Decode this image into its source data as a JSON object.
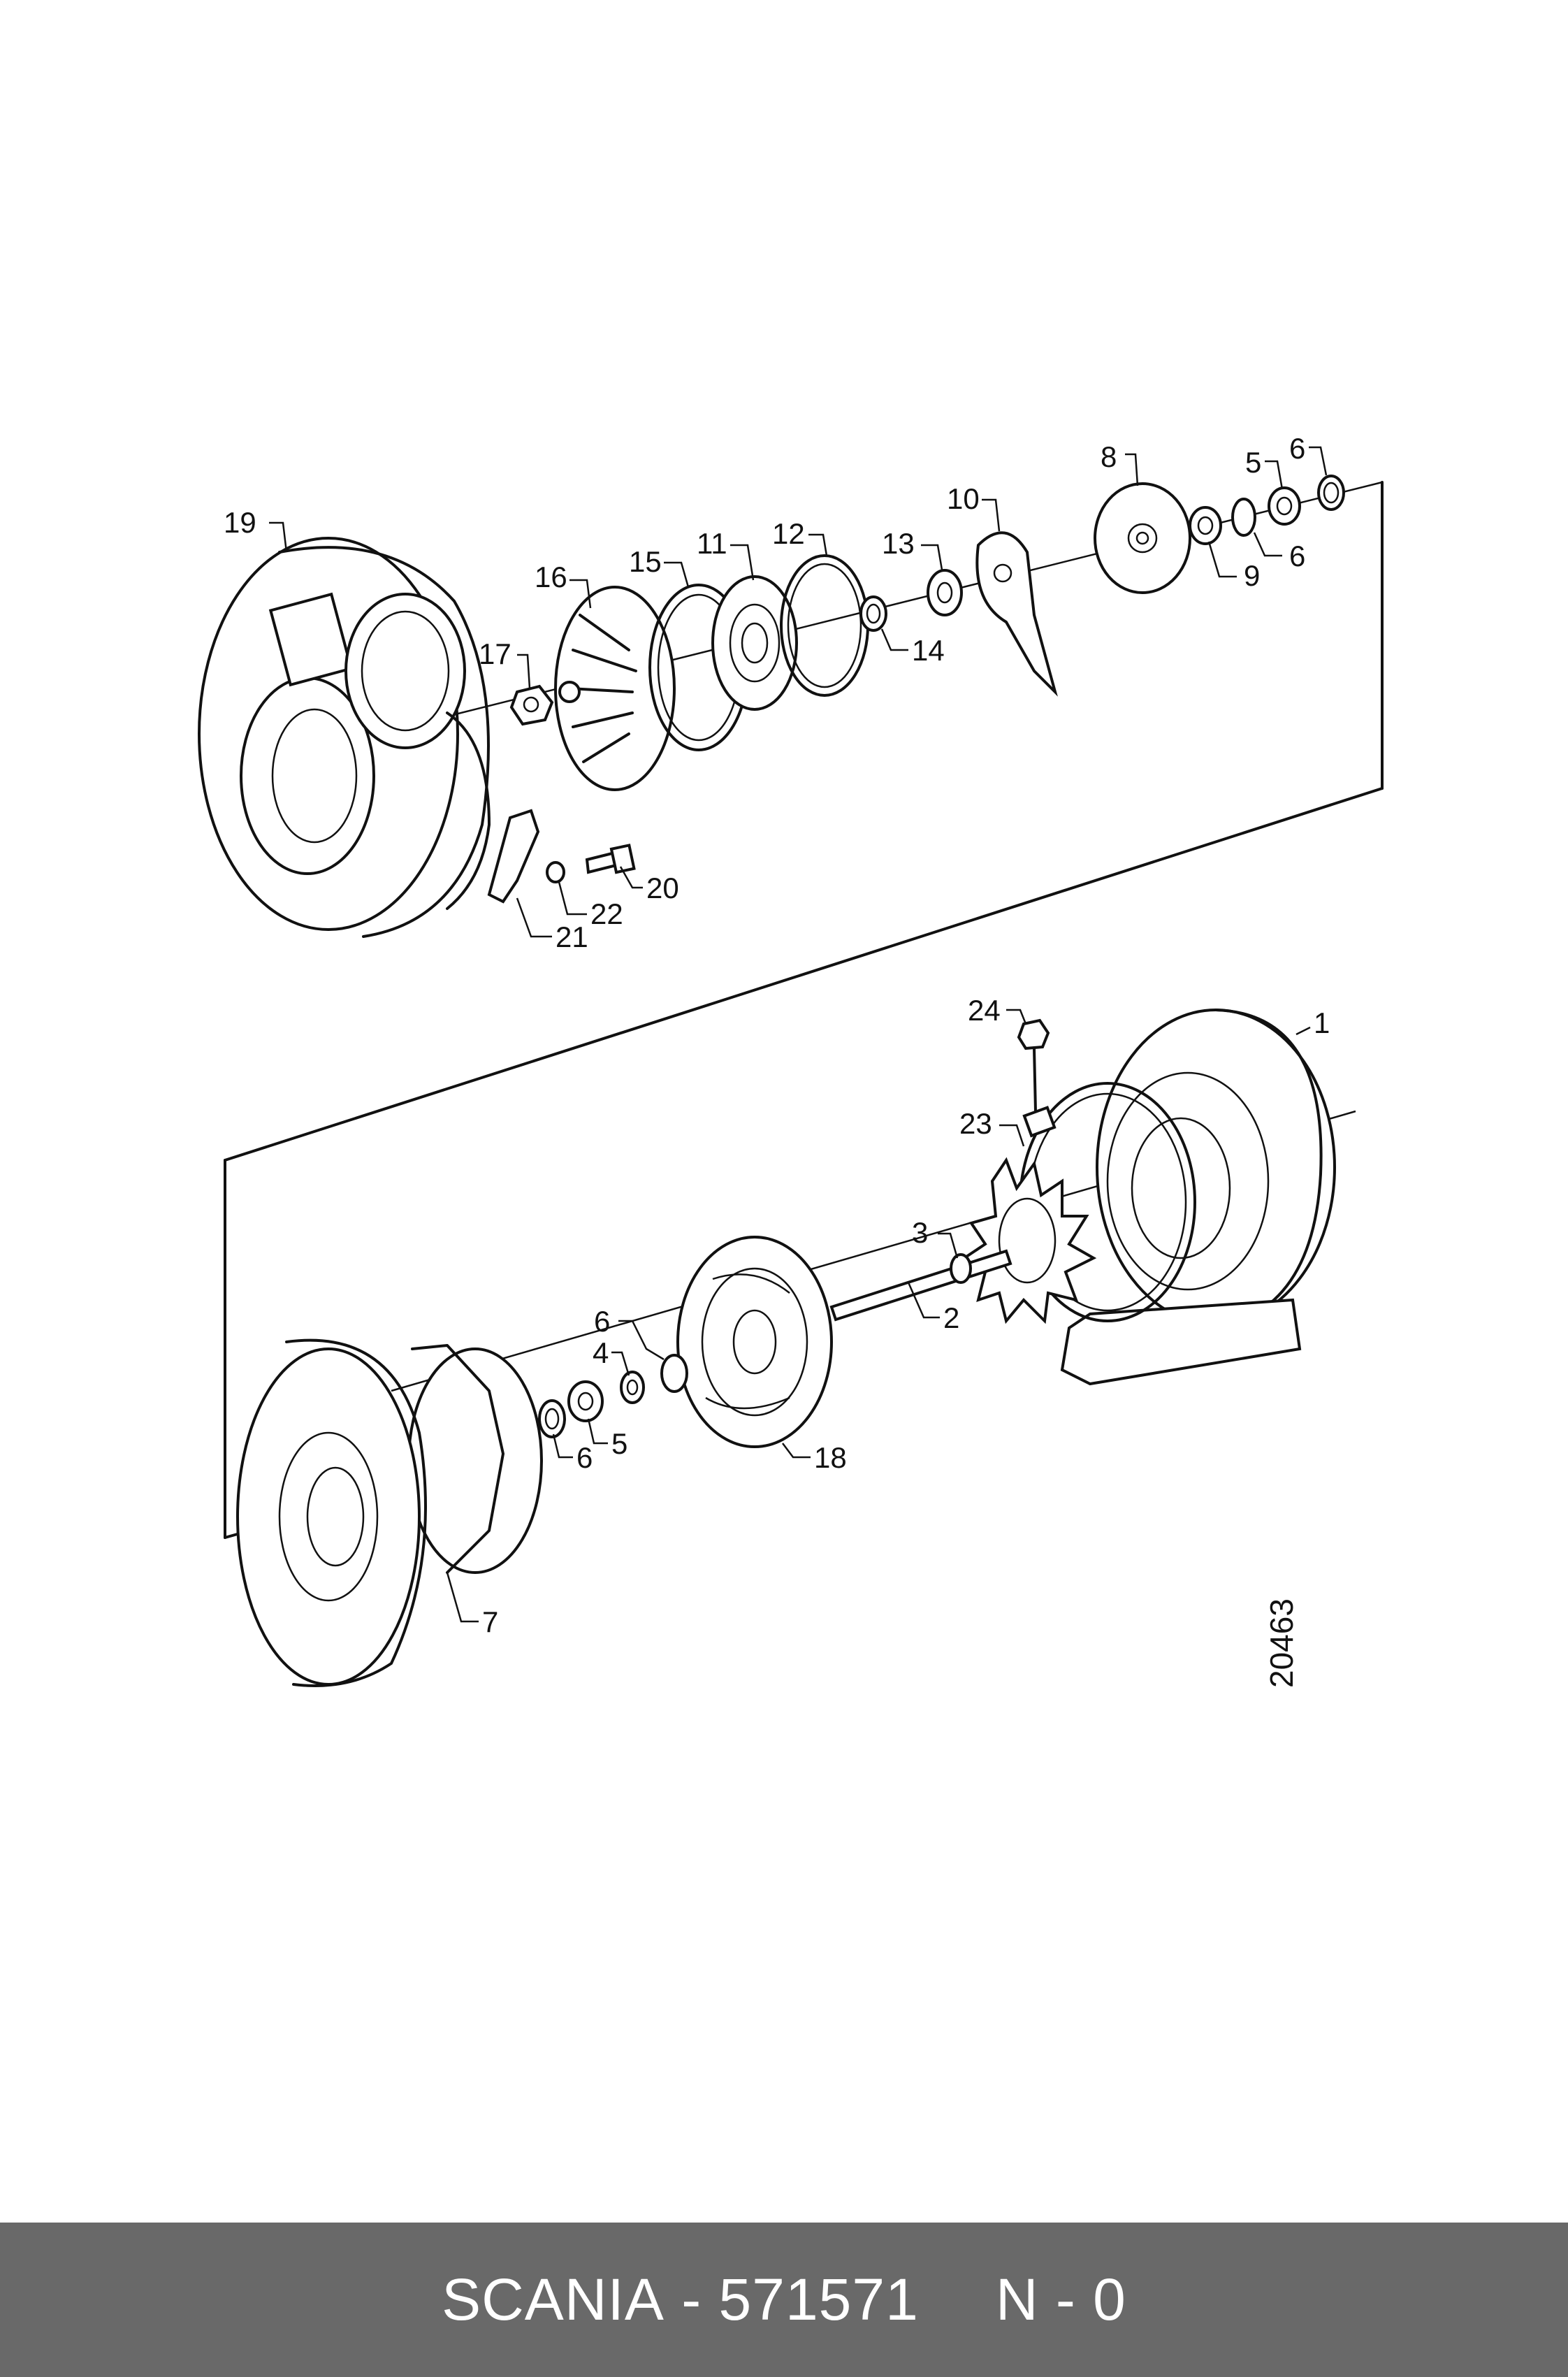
{
  "diagram": {
    "reference_number": "20463",
    "callouts": [
      "1",
      "2",
      "3",
      "4",
      "5",
      "6",
      "7",
      "8",
      "9",
      "10",
      "11",
      "12",
      "13",
      "14",
      "15",
      "16",
      "17",
      "18",
      "19",
      "20",
      "21",
      "22",
      "23",
      "24"
    ],
    "labels_upper": {
      "c19": "19",
      "c16": "16",
      "c17": "17",
      "c15": "15",
      "c11": "11",
      "c12": "12",
      "c13": "13",
      "c14": "14",
      "c10": "10",
      "c8": "8",
      "c9": "9",
      "c5": "5",
      "c6a": "6",
      "c6b": "6",
      "c20": "20",
      "c22": "22",
      "c21": "21"
    },
    "labels_lower": {
      "c24": "24",
      "c1": "1",
      "c23": "23",
      "c3": "3",
      "c2": "2",
      "c6c": "6",
      "c4": "4",
      "c5b": "5",
      "c6d": "6",
      "c18": "18",
      "c7": "7"
    }
  },
  "footer": {
    "brand": "SCANIA",
    "separator": "-",
    "part_number": "571571",
    "code": "N - 0"
  }
}
